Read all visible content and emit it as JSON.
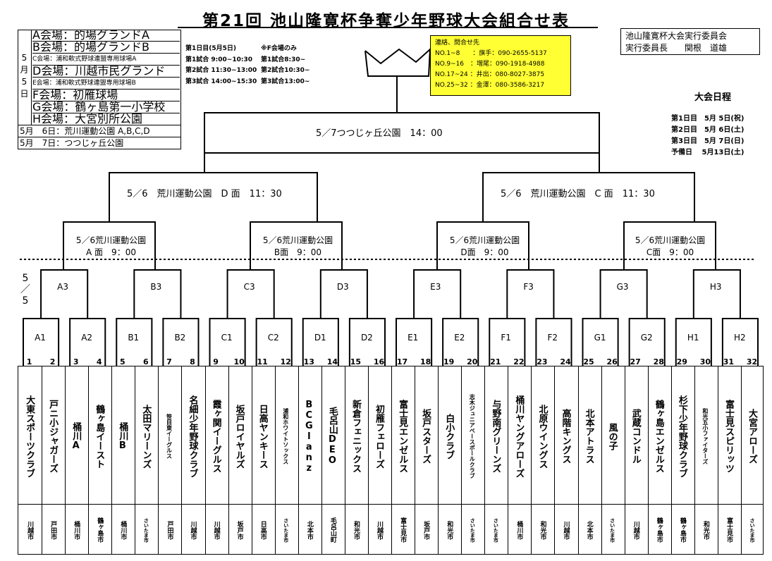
{
  "title": "第21回 池山隆寛杯争奪少年野球大会組合せ表",
  "venues": {
    "day5_label": [
      "5",
      "月",
      "5",
      "日"
    ],
    "day5_items": [
      {
        "text": "A会場：的場グランドA",
        "small": false
      },
      {
        "text": "B会場：的場グランドB",
        "small": false
      },
      {
        "text": "C会場：浦和軟式野球連盟専用球場A",
        "small": true
      },
      {
        "text": "D会場：川越市民グランド",
        "small": false
      },
      {
        "text": "E会場：浦和軟式野球連盟専用球場B",
        "small": true
      },
      {
        "text": "F会場：初雁球場",
        "small": false
      },
      {
        "text": "G会場：鶴ヶ島第一小学校",
        "small": false
      },
      {
        "text": "H会場：大宮別所公園",
        "small": false
      }
    ],
    "day6": "5月　6日：荒川運動公園 A,B,C,D",
    "day7": "5月　7日：つつじヶ丘公園"
  },
  "schedule": {
    "col1": [
      "第1日目(5月5日)",
      "第1試合 9:00~10:30",
      "第2試合 11:30~13:00",
      "第3試合 14:00~15:30"
    ],
    "col2": [
      "※F会場のみ",
      "第1試合8:30~",
      "第2試合10:30~",
      "第3試合13:00~"
    ]
  },
  "contact": {
    "title": "連絡、問合せ先",
    "rows": [
      "NO.1~8　　：旗手：090-2655-5137",
      "NO.9~16　：増尾：090-1918-4988",
      "NO.17~24 ：井出：080-8027-3875",
      "NO.25~32 ：金澤：080-3586-3217"
    ]
  },
  "committee": {
    "line1": "池山隆寛杯大会実行委員会",
    "line2": "実行委員長　　関根　道雄"
  },
  "tournament_schedule": {
    "title": "大会日程",
    "rows": [
      "第1日目　5月 5日(祝)",
      "第2日目　5月 6日(土)",
      "第3日目　5月 7日(日)",
      "予備日　 5月13日(土)"
    ]
  },
  "final_label": "5／7つつじヶ丘公園　14：00",
  "semi_labels": [
    "5／6　荒川運動公園　D 面　11：30",
    "5／6　荒川運動公園　C 面　11：30"
  ],
  "quarter_labels": [
    [
      "5／6荒川運動公園",
      "A 面　9：00"
    ],
    [
      "5／6荒川運動公園",
      "B面　9：00"
    ],
    [
      "5／6荒川運動公園",
      "D面　9：00"
    ],
    [
      "5／6荒川運動公園",
      "C面　9：00"
    ]
  ],
  "day_mark": [
    "5",
    "／",
    "5"
  ],
  "round3_labels": [
    "A3",
    "B3",
    "C3",
    "D3",
    "E3",
    "F3",
    "G3",
    "H3"
  ],
  "round1_labels": [
    "A1",
    "A2",
    "B1",
    "B2",
    "C1",
    "C2",
    "D1",
    "D2",
    "E1",
    "E2",
    "F1",
    "F2",
    "G1",
    "G2",
    "H1",
    "H2"
  ],
  "teams": [
    {
      "no": "1",
      "name": "大東スポーツクラブ",
      "city": "川越市"
    },
    {
      "no": "2",
      "name": "戸ニ小ジャガーズ",
      "city": "戸田市"
    },
    {
      "no": "3",
      "name": "桶川A",
      "city": "桶川市"
    },
    {
      "no": "4",
      "name": "鶴ヶ島イースト",
      "city": "鶴ヶ島市"
    },
    {
      "no": "5",
      "name": "桶川B",
      "city": "桶川市"
    },
    {
      "no": "6",
      "name": "太田マリーンズ",
      "city": "さいたま市"
    },
    {
      "no": "7",
      "name": "笹目東イーグルス",
      "city": "戸田市",
      "tiny": true
    },
    {
      "no": "8",
      "name": "名細少年野球クラブ",
      "city": "川越市"
    },
    {
      "no": "9",
      "name": "霞ヶ関イーグルス",
      "city": "川越市"
    },
    {
      "no": "10",
      "name": "坂戸ロイヤルズ",
      "city": "坂戸市"
    },
    {
      "no": "11",
      "name": "日高ヤンキース",
      "city": "日高市"
    },
    {
      "no": "12",
      "name": "浦和ホワイトソックス",
      "city": "さいたま市",
      "tiny": true
    },
    {
      "no": "13",
      "name": "BCGlanz",
      "city": "北本市"
    },
    {
      "no": "14",
      "name": "毛呂山DEO",
      "city": "毛呂山町"
    },
    {
      "no": "15",
      "name": "新倉フェニックス",
      "city": "和光市"
    },
    {
      "no": "16",
      "name": "初雁フェローズ",
      "city": "川越市"
    },
    {
      "no": "17",
      "name": "富士見エンゼルス",
      "city": "富士見市"
    },
    {
      "no": "18",
      "name": "坂戸スターズ",
      "city": "坂戸市"
    },
    {
      "no": "19",
      "name": "白小クラブ",
      "city": "和光市"
    },
    {
      "no": "20",
      "name": "志木ジュニアベースボールクラブ",
      "city": "さいたま市",
      "tiny": true
    },
    {
      "no": "21",
      "name": "与野南グリーンズ",
      "city": "さいたま市"
    },
    {
      "no": "22",
      "name": "桶川ヤングアローズ",
      "city": "桶川市"
    },
    {
      "no": "23",
      "name": "北原ウイングス",
      "city": "和光市"
    },
    {
      "no": "24",
      "name": "高階キングス",
      "city": "川越市"
    },
    {
      "no": "25",
      "name": "北本アトラス",
      "city": "北本市"
    },
    {
      "no": "26",
      "name": "風の子",
      "city": "さいたま市"
    },
    {
      "no": "27",
      "name": "武蔵コンドル",
      "city": "川越市"
    },
    {
      "no": "28",
      "name": "鶴ヶ島エンゼルス",
      "city": "鶴ヶ島市"
    },
    {
      "no": "29",
      "name": "杉下少年野球クラブ",
      "city": "鶴ヶ島市"
    },
    {
      "no": "30",
      "name": "和光五小ファイターズ",
      "city": "和光市",
      "tiny": true
    },
    {
      "no": "31",
      "name": "富士見スピリッツ",
      "city": "富士見市"
    },
    {
      "no": "32",
      "name": "大宮アローズ",
      "city": "さいたま市"
    }
  ]
}
